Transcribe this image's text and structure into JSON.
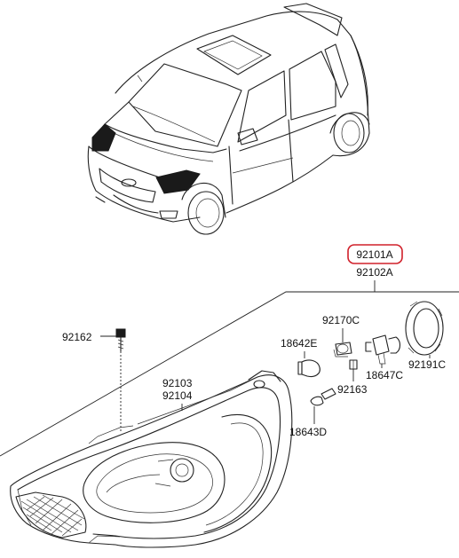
{
  "parts": {
    "assembly_lh": "92101A",
    "assembly_rh": "92102A",
    "screw": "92162",
    "housing_lh": "92103",
    "housing_rh": "92104",
    "socket_bulb": "92170C",
    "bulb_front": "18642E",
    "bulb_head": "18647C",
    "socket_small": "92163",
    "bulb_small": "18643D",
    "cap": "92191C"
  },
  "highlight_color": "#d0202a"
}
